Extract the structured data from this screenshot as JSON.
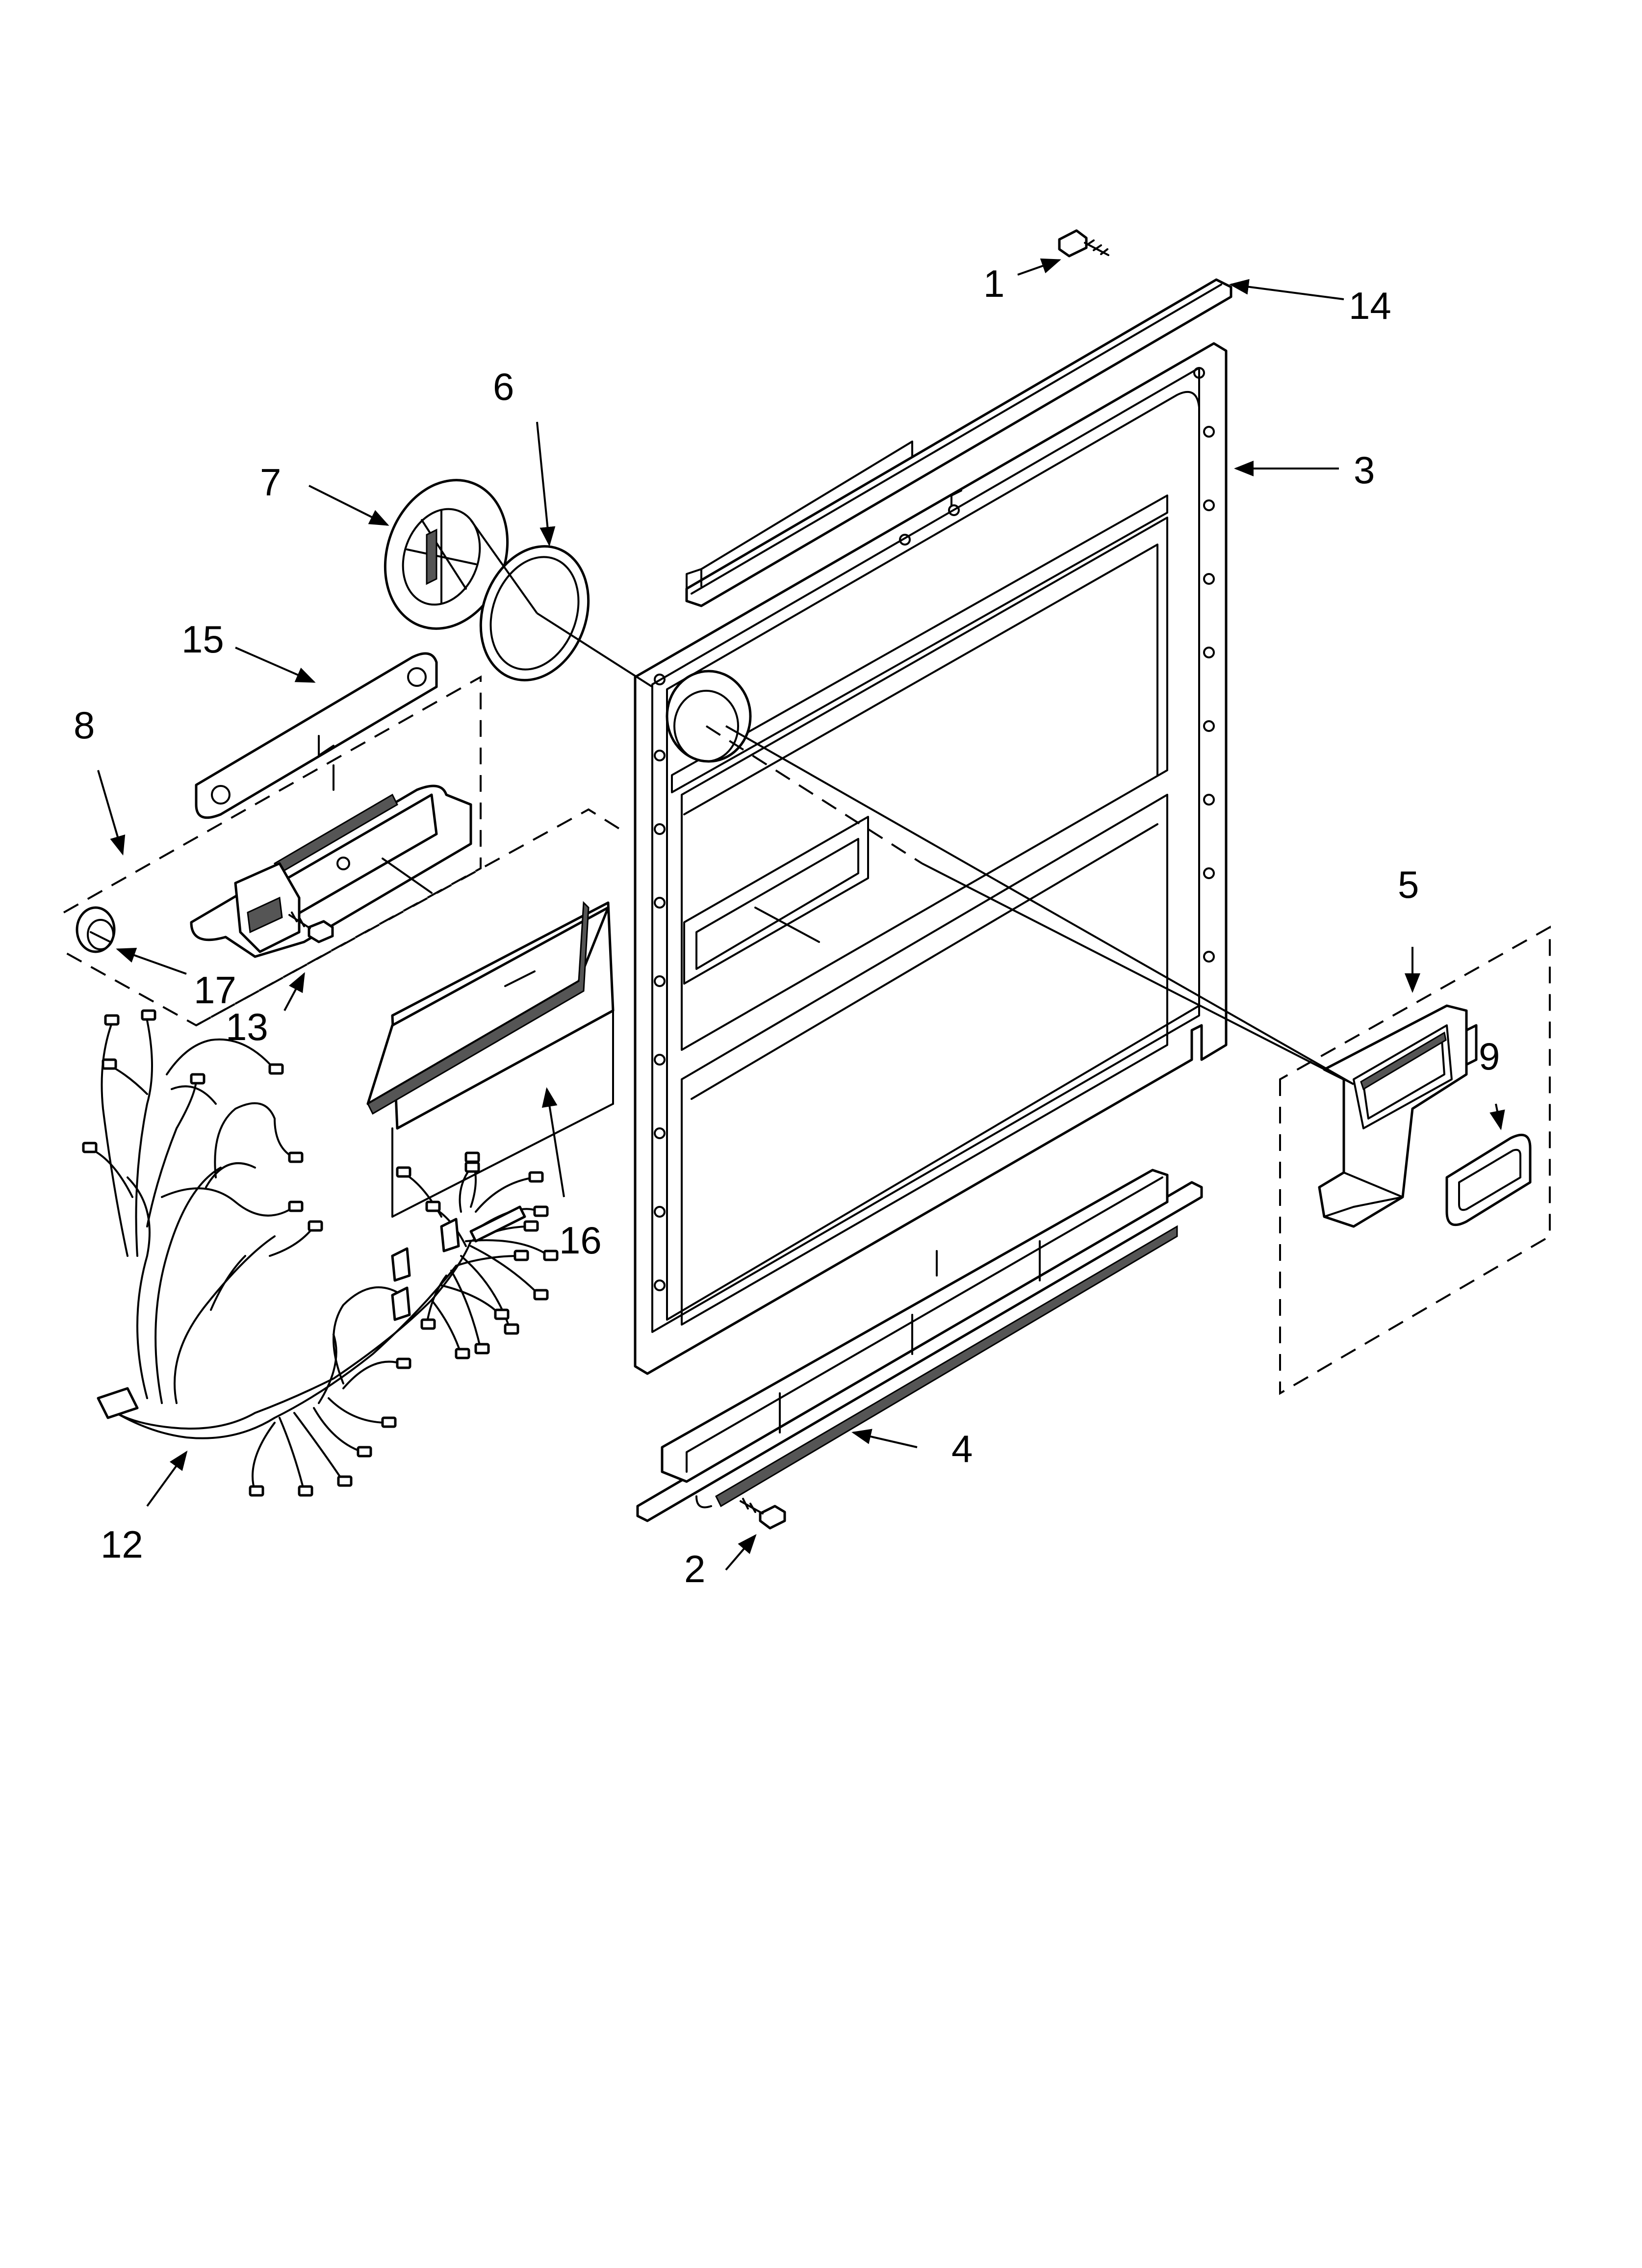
{
  "callouts": [
    {
      "key": "1",
      "label": "1"
    },
    {
      "key": "2",
      "label": "2"
    },
    {
      "key": "3",
      "label": "3"
    },
    {
      "key": "4",
      "label": "4"
    },
    {
      "key": "5",
      "label": "5"
    },
    {
      "key": "6",
      "label": "6"
    },
    {
      "key": "7",
      "label": "7"
    },
    {
      "key": "8",
      "label": "8"
    },
    {
      "key": "9",
      "label": "9"
    },
    {
      "key": "12",
      "label": "12"
    },
    {
      "key": "13",
      "label": "13"
    },
    {
      "key": "14",
      "label": "14"
    },
    {
      "key": "15",
      "label": "15"
    },
    {
      "key": "16",
      "label": "16"
    },
    {
      "key": "17",
      "label": "17"
    }
  ],
  "colors": {
    "line": "#000000",
    "background": "#ffffff"
  }
}
